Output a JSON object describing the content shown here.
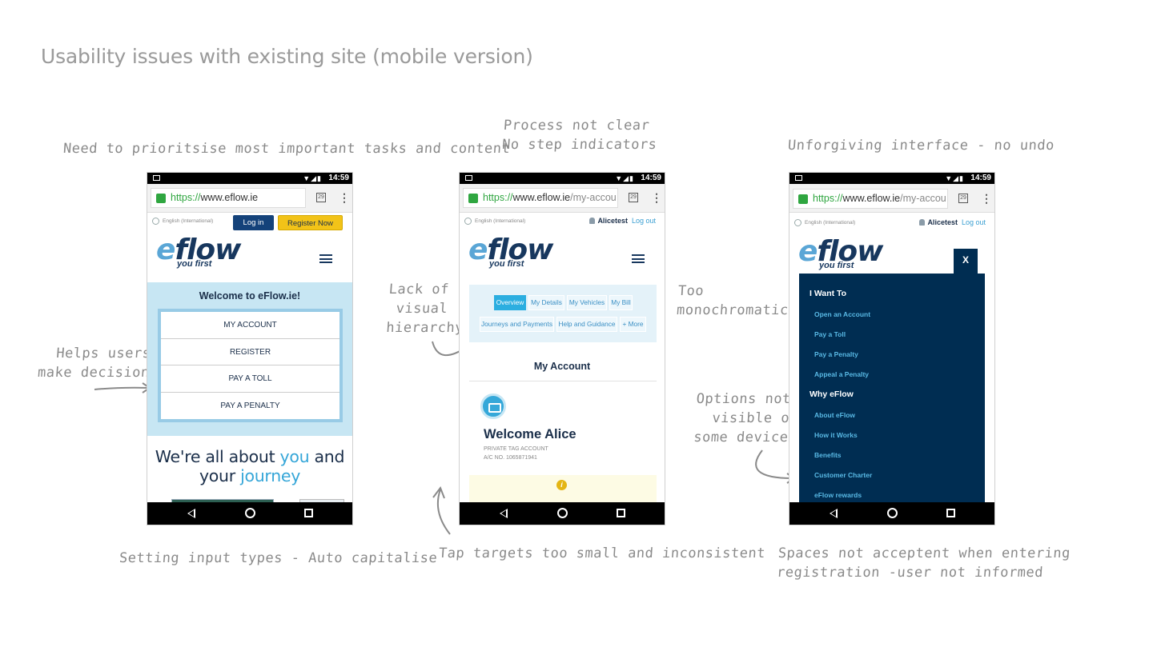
{
  "slide": {
    "title": "Usability issues with existing site (mobile version)"
  },
  "notes": {
    "prioritise": "Need to prioritsise most important tasks and content",
    "process": "Process not clear\nNo step indicators",
    "unforgiving": "Unforgiving interface - no undo",
    "helps": "  Helps users\nmake decisions",
    "hierarchy": "Lack of\n visual\nhierarchy",
    "monochromatic": "Too\nmonochromatic",
    "options": "Options not\n  visible on\nsome devices",
    "input_types": "Setting input types - Auto capitalise",
    "tap_targets": "Tap targets too small and inconsistent",
    "spaces": "Spaces not acceptent when entering\nregistration -user not informed"
  },
  "phone_common": {
    "time": "14:59",
    "status_icons": "▼◢▮",
    "https": "https://",
    "tab_count": "29",
    "kebab": "⋮",
    "lang": "English (International)",
    "logo_e": "e",
    "logo_rest": "flow",
    "tagline": "you first"
  },
  "phone1": {
    "url_host": "www.eflow.ie",
    "login": "Log in",
    "register": "Register Now",
    "welcome_title": "Welcome to eFlow.ie!",
    "welcome_items": [
      "MY ACCOUNT",
      "REGISTER",
      "PAY A TOLL",
      "PAY A PENALTY"
    ],
    "hero_1": "We're all about ",
    "hero_you": "you",
    "hero_2": " and",
    "hero_3": "your ",
    "hero_journey": "journey"
  },
  "phone2": {
    "url_host": "www.eflow.ie",
    "url_path": "/my-accou",
    "user": "Alicetest",
    "logout": "Log out",
    "tabs": [
      "Overview",
      "My Details",
      "My Vehicles",
      "My Bill",
      "Journeys and Payments",
      "Help and Guidance",
      "+ More"
    ],
    "heading": "My Account",
    "welcome": "Welcome Alice",
    "account_type": "PRIVATE TAG ACCOUNT",
    "account_no": "A/C NO. 1065871941",
    "info_glyph": "i"
  },
  "phone3": {
    "url_host": "www.eflow.ie",
    "url_path": "/my-accou",
    "user": "Alicetest",
    "logout": "Log out",
    "close": "X",
    "sections": [
      {
        "heading": "I Want To",
        "links": [
          "Open an Account",
          "Pay a Toll",
          "Pay a Penalty",
          "Appeal a Penalty"
        ]
      },
      {
        "heading": "Why eFlow",
        "links": [
          "About eFlow",
          "How it Works",
          "Benefits",
          "Customer Charter",
          "eFlow rewards"
        ]
      }
    ]
  }
}
